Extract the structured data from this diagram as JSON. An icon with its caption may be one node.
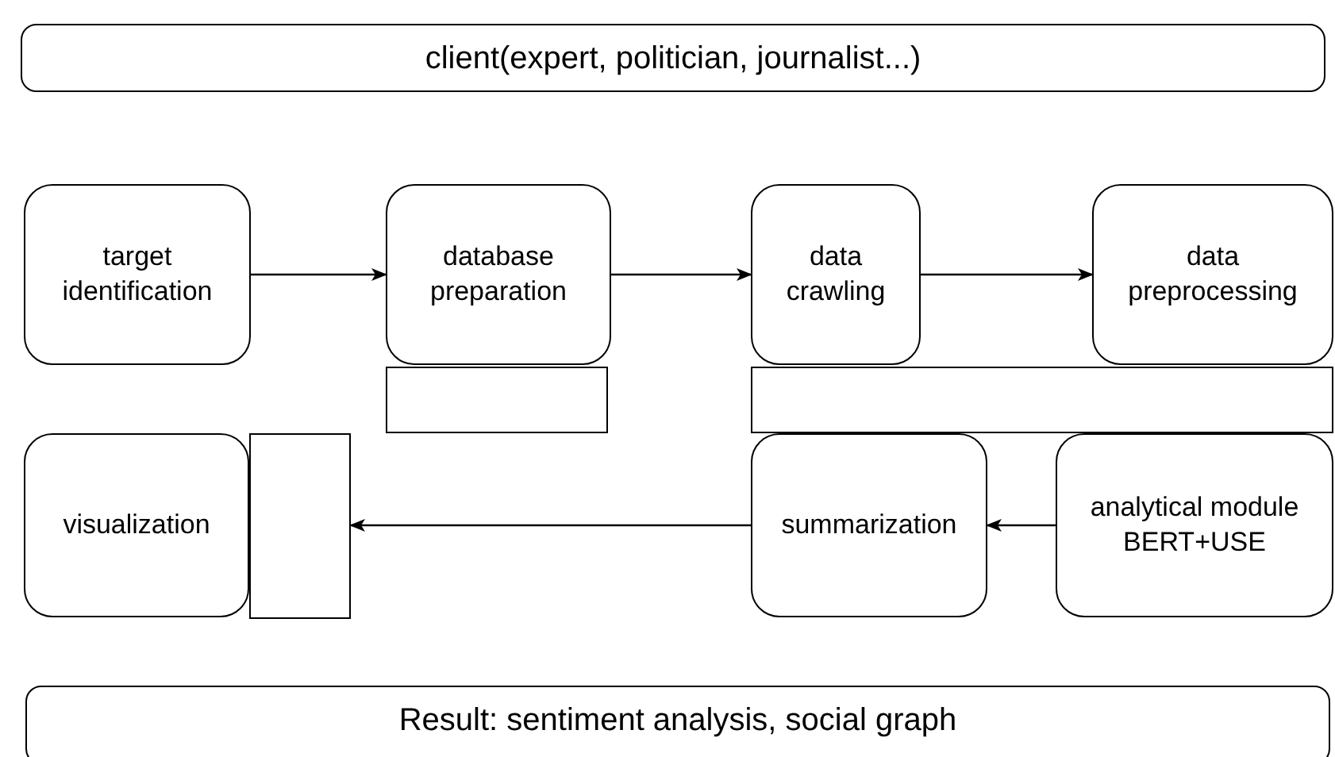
{
  "diagram": {
    "nodes": [
      {
        "text": [
          "client(expert, politician, journalist...)"
        ]
      },
      {
        "text": [
          "target identification"
        ]
      },
      {
        "text": [
          "database preparation"
        ]
      },
      {
        "text": [],
        "shape": "box"
      },
      {
        "text": [
          "data crawling"
        ]
      },
      {
        "text": [
          "data preprocessing"
        ]
      },
      {
        "text": [],
        "shape": "box"
      },
      {
        "text": [
          "visualization"
        ]
      },
      {
        "text": [],
        "shape": "box"
      },
      {
        "text": [
          "summarization"
        ]
      },
      {
        "text": [
          "analytical module BERT+USE"
        ]
      },
      {
        "text": [
          "Result: sentiment analysis, social graph"
        ]
      }
    ],
    "edges": [
      {
        "from": 1,
        "to": 2,
        "arrow": "to"
      },
      {
        "from": 2,
        "to": 4,
        "arrow": "to"
      },
      {
        "from": 4,
        "to": 5,
        "arrow": "to"
      },
      {
        "from": 10,
        "to": 9,
        "arrow": "to"
      },
      {
        "from": 9,
        "to": 8,
        "arrow": "to"
      }
    ]
  }
}
